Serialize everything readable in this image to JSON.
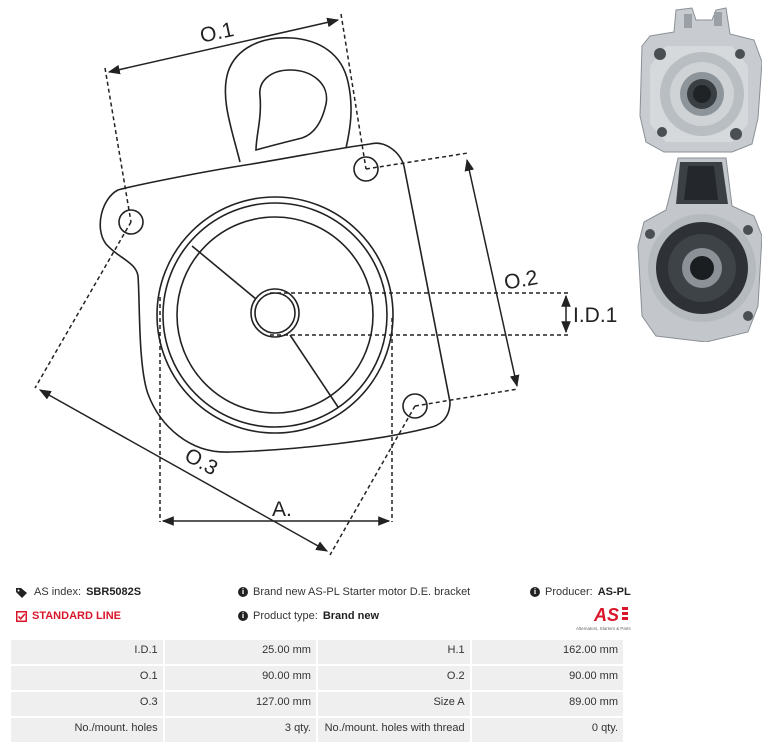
{
  "diagram": {
    "labels": {
      "o1": "O.1",
      "o2": "O.2",
      "o3": "O.3",
      "a": "A.",
      "id1": "I.D.1"
    }
  },
  "photos": [
    "bracket-photo-front",
    "bracket-photo-rear"
  ],
  "info": {
    "as_index_label": "AS index:",
    "as_index_value": "SBR5082S",
    "description": "Brand new AS-PL Starter motor D.E. bracket",
    "producer_label": "Producer:",
    "producer_value": "AS-PL",
    "standard_line": "STANDARD LINE",
    "product_type_label": "Product type:",
    "product_type_value": "Brand new",
    "logo_text": "AS",
    "logo_tagline": "Alternators, Starters & Parts",
    "icons": [
      "tag-icon",
      "info-icon",
      "check-icon"
    ],
    "accent_color": "#d9162a"
  },
  "specs": [
    {
      "k1": "I.D.1",
      "v1": "25.00 mm",
      "k2": "H.1",
      "v2": "162.00 mm"
    },
    {
      "k1": "O.1",
      "v1": "90.00 mm",
      "k2": "O.2",
      "v2": "90.00 mm"
    },
    {
      "k1": "O.3",
      "v1": "127.00 mm",
      "k2": "Size A",
      "v2": "89.00 mm"
    },
    {
      "k1": "No./mount. holes",
      "v1": "3 qty.",
      "k2": "No./mount. holes with thread",
      "v2": "0 qty."
    }
  ]
}
